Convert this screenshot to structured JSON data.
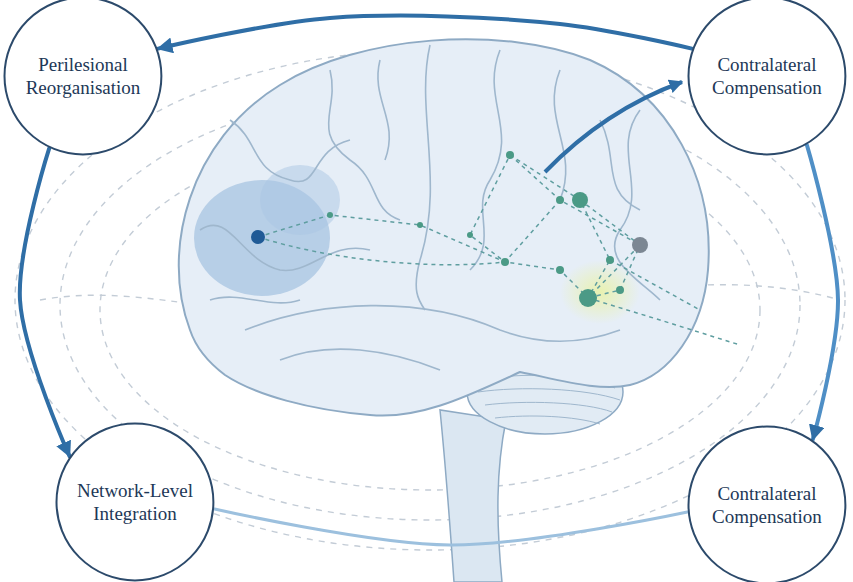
{
  "diagram": {
    "nodes": [
      {
        "text": [
          "Perilesional Reorganisation"
        ]
      },
      {
        "text": [
          "Contralateral Compensation"
        ]
      },
      {
        "text": [
          "Network-Level Integration"
        ]
      },
      {
        "text": [
          "Contralateral Compensation"
        ]
      }
    ],
    "edges": [
      {
        "from": 1,
        "to": 0,
        "arrow": "to"
      },
      {
        "from": 0,
        "to": 2,
        "arrow": "to"
      },
      {
        "from": 1,
        "to": 3,
        "arrow": "to"
      },
      {
        "from": 2,
        "to": 3,
        "arrow": "none"
      }
    ]
  }
}
